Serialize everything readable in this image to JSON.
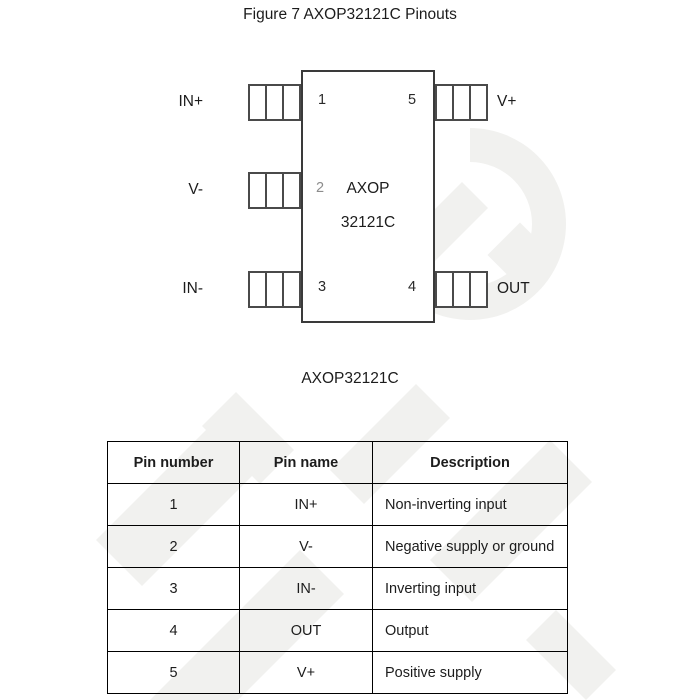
{
  "figure": {
    "title": "Figure 7 AXOP32121C Pinouts",
    "part_caption": "AXOP32121C"
  },
  "package": {
    "marking_line1": "AXOP",
    "marking_line2": "32121C",
    "pins": [
      {
        "number": "1",
        "name": "IN+",
        "side": "left",
        "row": 1
      },
      {
        "number": "2",
        "name": "V-",
        "side": "left",
        "row": 2
      },
      {
        "number": "3",
        "name": "IN-",
        "side": "left",
        "row": 3
      },
      {
        "number": "4",
        "name": "OUT",
        "side": "right",
        "row": 3
      },
      {
        "number": "5",
        "name": "V+",
        "side": "right",
        "row": 1
      }
    ]
  },
  "table": {
    "headers": [
      "Pin number",
      "Pin name",
      "Description"
    ],
    "rows": [
      {
        "number": "1",
        "name": "IN+",
        "description": "Non-inverting input"
      },
      {
        "number": "2",
        "name": "V-",
        "description": "Negative supply or ground"
      },
      {
        "number": "3",
        "name": "IN-",
        "description": "Inverting input"
      },
      {
        "number": "4",
        "name": "OUT",
        "description": "Output"
      },
      {
        "number": "5",
        "name": "V+",
        "description": "Positive supply"
      }
    ]
  },
  "colors": {
    "outline": "#3a3a3a",
    "lead_outline": "#4a4a4a",
    "table_border": "#000000",
    "text": "#1c1c1c",
    "watermark": "#f0f0ee"
  }
}
